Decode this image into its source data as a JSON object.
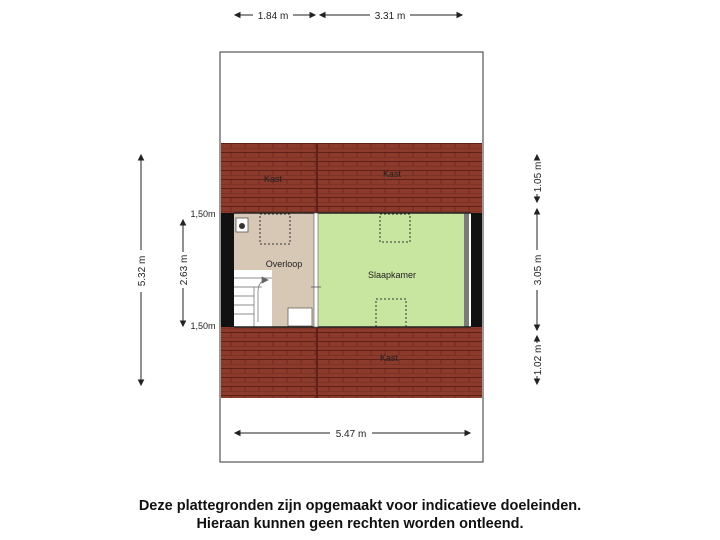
{
  "dimensions": {
    "top_left": "1.84 m",
    "top_right": "3.31 m",
    "left_total": "5.32 m",
    "left_inner": "2.63 m",
    "left_upper_height": "1,50m",
    "left_lower_height": "1,50m",
    "right_top": "1.05 m",
    "right_middle": "3.05 m",
    "right_bottom": "1.02 m",
    "bottom_width": "5.47 m"
  },
  "rooms": {
    "kast_top_left": "Kast",
    "kast_top_right": "Kast",
    "kast_bottom": "Kast",
    "overloop": "Overloop",
    "slaapkamer": "Slaapkamer"
  },
  "colors": {
    "roof": "#8b3a2b",
    "roof_line": "#5e2118",
    "bedroom": "#c8e6a0",
    "landing": "#d6c8b4",
    "wall": "#111111"
  },
  "disclaimer": {
    "line1": "Deze plattegronden zijn opgemaakt voor indicatieve doeleinden.",
    "line2": "Hieraan kunnen geen rechten worden ontleend."
  }
}
